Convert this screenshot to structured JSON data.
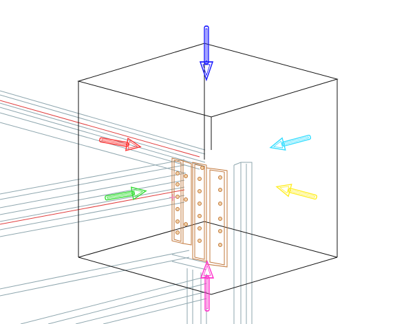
{
  "viewport": {
    "background": "#ffffff",
    "view": "3d-wireframe"
  },
  "colors": {
    "beam": "#8ea6ae",
    "beam_highlight": "#e03c3c",
    "bounding_box": "#111111",
    "plate": "#c2773a",
    "arrow_top": "#1a1aff",
    "arrow_bottom": "#ff33cc",
    "arrow_left_red": "#ff3333",
    "arrow_left_green": "#33dd33",
    "arrow_right_cyan": "#33ddff",
    "arrow_right_yellow": "#ffee22"
  },
  "gizmo": {
    "arrows": [
      {
        "name": "arrow-down-blue-icon",
        "direction": "down",
        "color": "#1a1aff"
      },
      {
        "name": "arrow-up-magenta-icon",
        "direction": "up",
        "color": "#ff33cc"
      },
      {
        "name": "arrow-right-red-icon",
        "direction": "right",
        "color": "#ff3333"
      },
      {
        "name": "arrow-right-green-icon",
        "direction": "right",
        "color": "#33dd33"
      },
      {
        "name": "arrow-left-cyan-icon",
        "direction": "left",
        "color": "#33ddff"
      },
      {
        "name": "arrow-left-yellow-icon",
        "direction": "left",
        "color": "#ffee22"
      }
    ]
  }
}
